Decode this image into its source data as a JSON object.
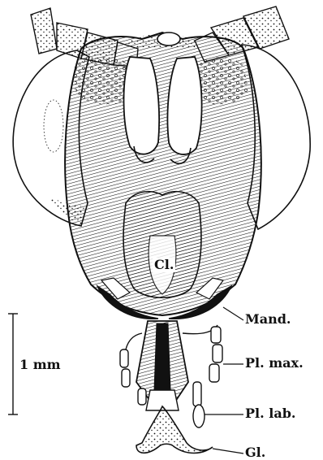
{
  "figure": {
    "labels": {
      "clypeus": "Cl.",
      "mandible": "Mand.",
      "maxillary_palp": "Pl. max.",
      "labial_palp": "Pl. lab.",
      "glossa": "Gl."
    },
    "scale_bar_label": "1 mm",
    "colors": {
      "ink": "#111111",
      "background": "#ffffff",
      "eye_shade": "#d8d8d8"
    }
  }
}
